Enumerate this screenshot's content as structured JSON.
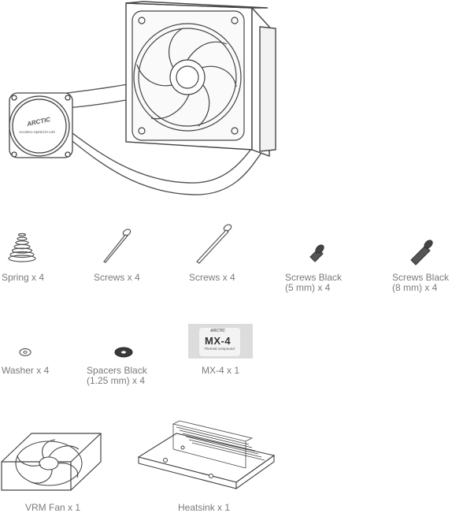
{
  "cooler": {
    "pump_brand": "ARCTIC",
    "pump_model": "Accelero Hybrid III-140"
  },
  "parts": [
    {
      "label": "Spring x 4"
    },
    {
      "label": "Screws x 4"
    },
    {
      "label": "Screws x 4"
    },
    {
      "label_line1": "Screws Black",
      "label_line2": "(5 mm) x 4"
    },
    {
      "label_line1": "Screws Black",
      "label_line2": "(8 mm) x 4"
    },
    {
      "label": "Washer x 4"
    },
    {
      "label_line1": "Spacers Black",
      "label_line2": "(1.25 mm) x 4"
    },
    {
      "label": "MX-4 x 1"
    },
    {
      "label": "VRM Fan x 1"
    },
    {
      "label": "Heatsink x 1"
    }
  ],
  "mx4_box": {
    "brand": "ARCTIC",
    "title": "MX-4",
    "subtitle": "Thermal compound"
  }
}
